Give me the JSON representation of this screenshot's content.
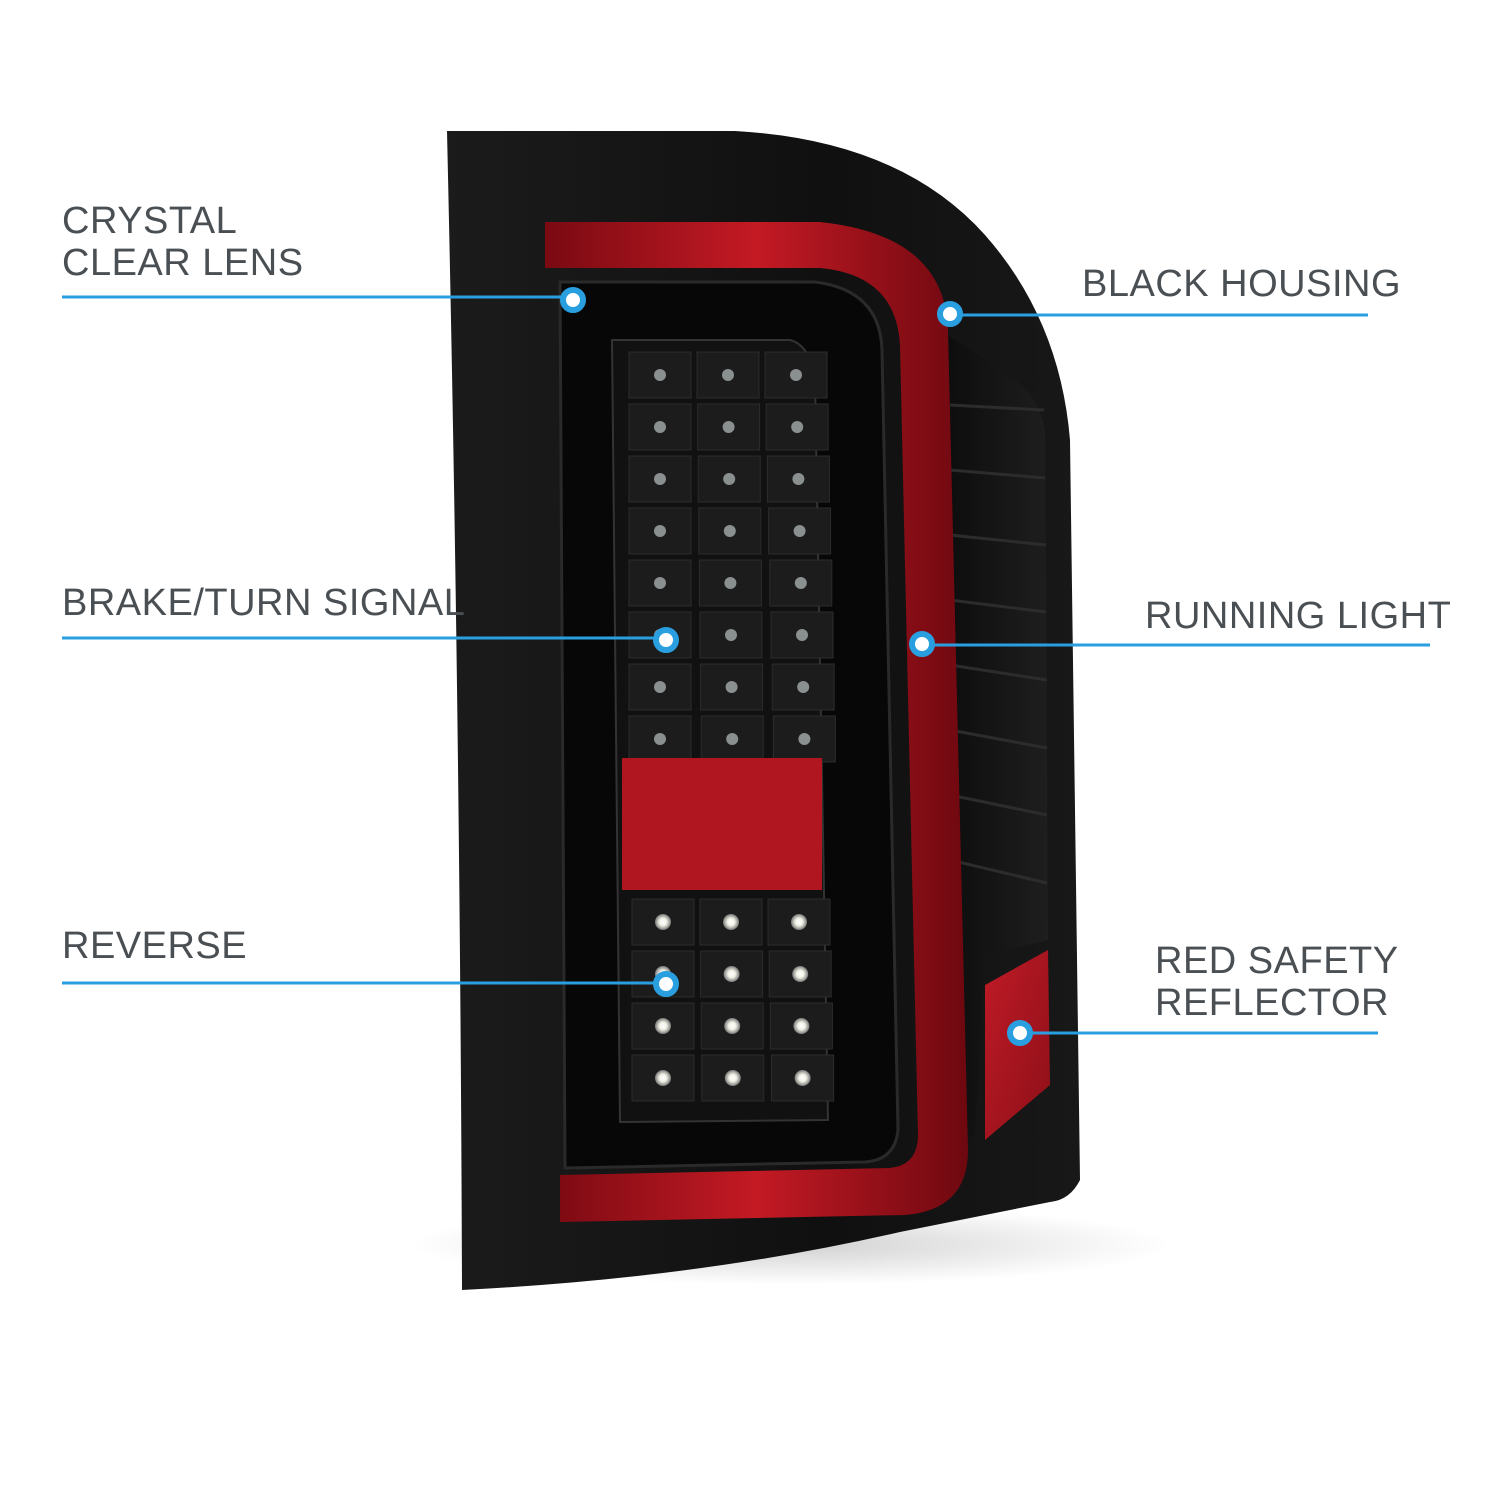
{
  "callouts": {
    "crystal_clear_lens": {
      "lines": [
        "CRYSTAL",
        "CLEAR LENS"
      ]
    },
    "brake_turn_signal": {
      "lines": [
        "BRAKE/TURN SIGNAL"
      ]
    },
    "reverse": {
      "lines": [
        "REVERSE"
      ]
    },
    "black_housing": {
      "lines": [
        "BLACK HOUSING"
      ]
    },
    "running_light": {
      "lines": [
        "RUNNING LIGHT"
      ]
    },
    "red_safety_reflector": {
      "lines": [
        "RED SAFETY",
        "REFLECTOR"
      ]
    }
  },
  "colors": {
    "background": "#ffffff",
    "callout_line": "#2a9fe0",
    "label_text": "#4a4f54",
    "housing": "#141414",
    "light_bar": "#b3121c",
    "reflector": "#a5161f"
  }
}
